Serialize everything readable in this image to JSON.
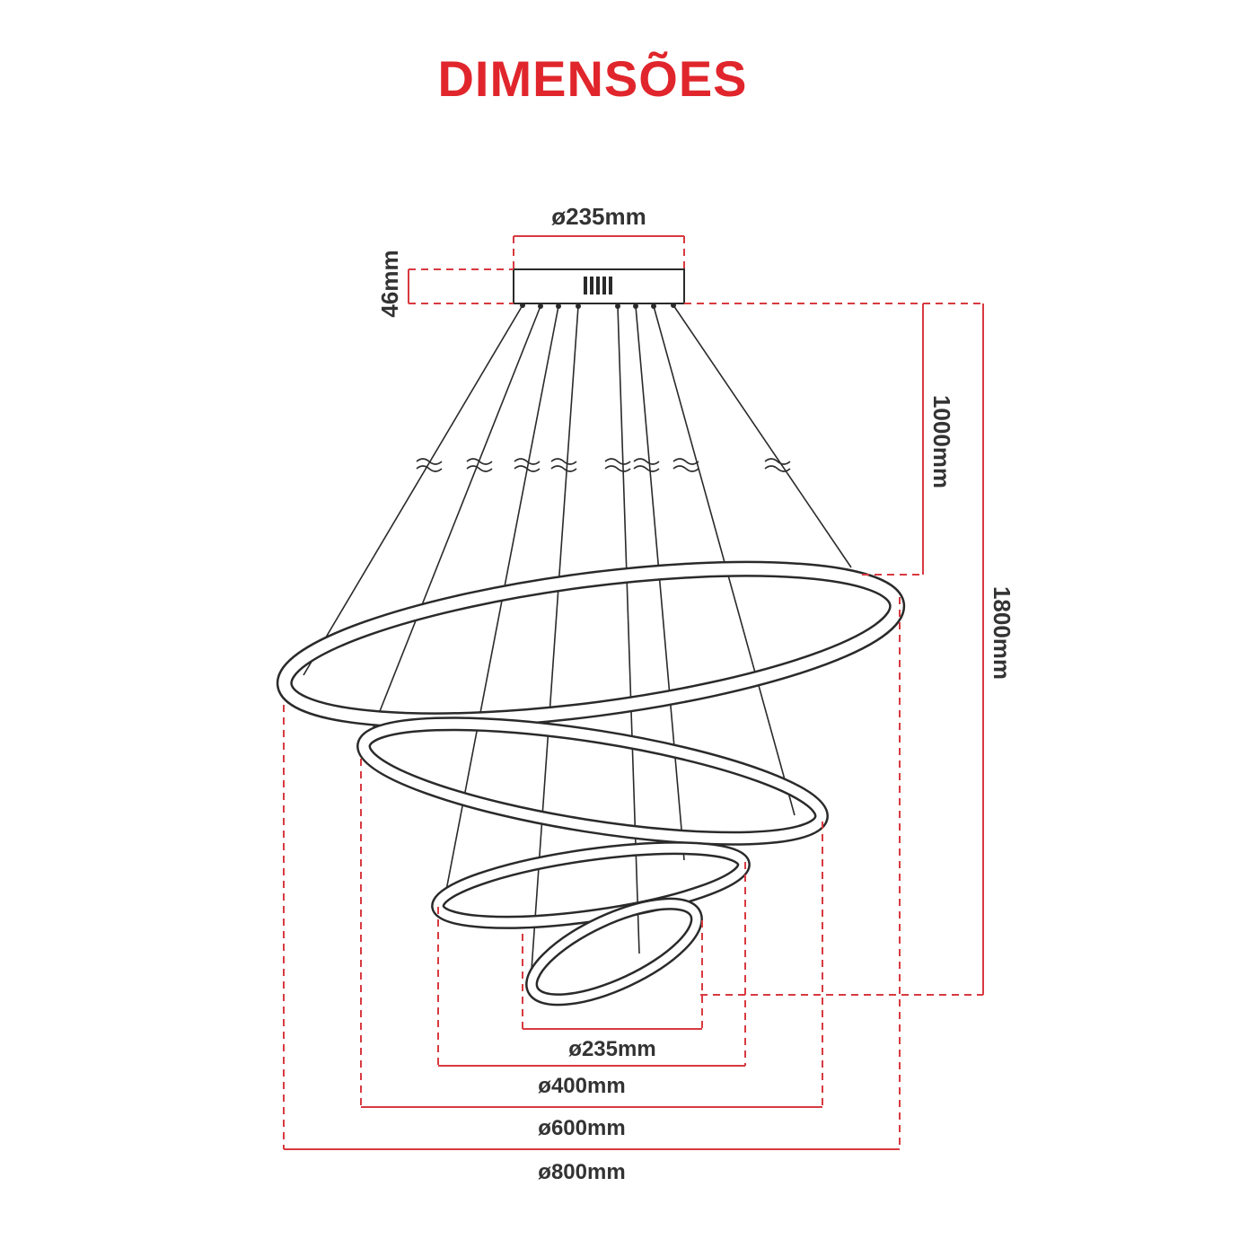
{
  "title": "DIMENSÕES",
  "dimensions": {
    "canopy_diameter": "ø235mm",
    "canopy_height": "46mm",
    "cable_length": "1000mm",
    "total_height": "1800mm",
    "ring1_diameter": "ø235mm",
    "ring2_diameter": "ø400mm",
    "ring3_diameter": "ø600mm",
    "ring4_diameter": "ø800mm"
  },
  "colors": {
    "accent": "#e0262c",
    "dimension_line": "#d83a40",
    "drawing_line": "#2a2a2a",
    "text": "#333333"
  }
}
